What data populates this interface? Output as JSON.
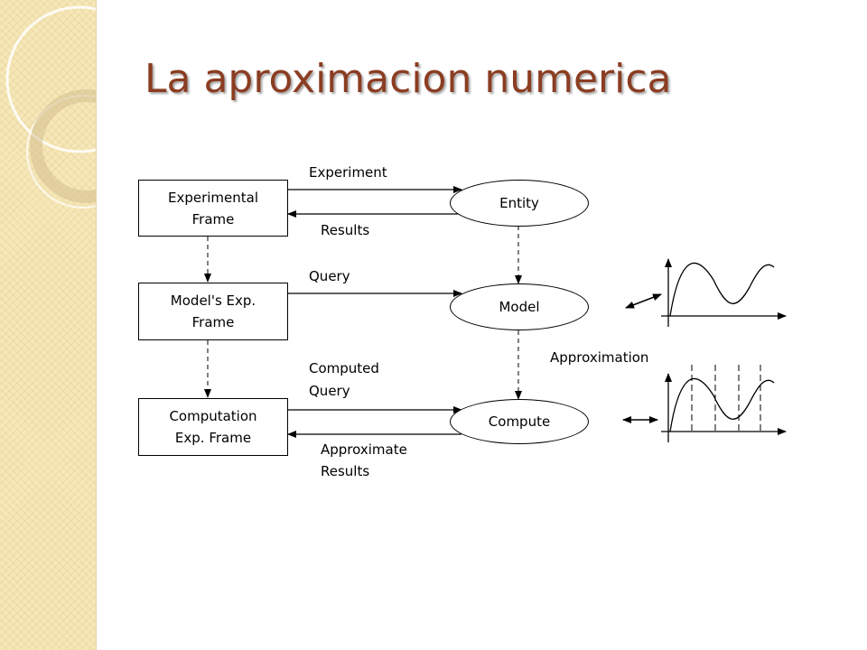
{
  "slide": {
    "title": "La aproximacion numerica"
  },
  "diagram": {
    "boxes": {
      "experimental_frame": {
        "line1": "Experimental",
        "line2": "Frame"
      },
      "models_exp_frame": {
        "line1": "Model's Exp.",
        "line2": "Frame"
      },
      "computation_exp_frame": {
        "line1": "Computation",
        "line2": "Exp. Frame"
      }
    },
    "ellipses": {
      "entity": "Entity",
      "model": "Model",
      "compute": "Compute"
    },
    "labels": {
      "experiment": "Experiment",
      "results": "Results",
      "query": "Query",
      "computed_query_line1": "Computed",
      "computed_query_line2": "Query",
      "approximation": "Approximation",
      "approximate_results_line1": "Approximate",
      "approximate_results_line2": "Results"
    },
    "colors": {
      "title": "#8b3d22",
      "sidebar": "#f6e7b8",
      "stroke": "#000000"
    }
  }
}
